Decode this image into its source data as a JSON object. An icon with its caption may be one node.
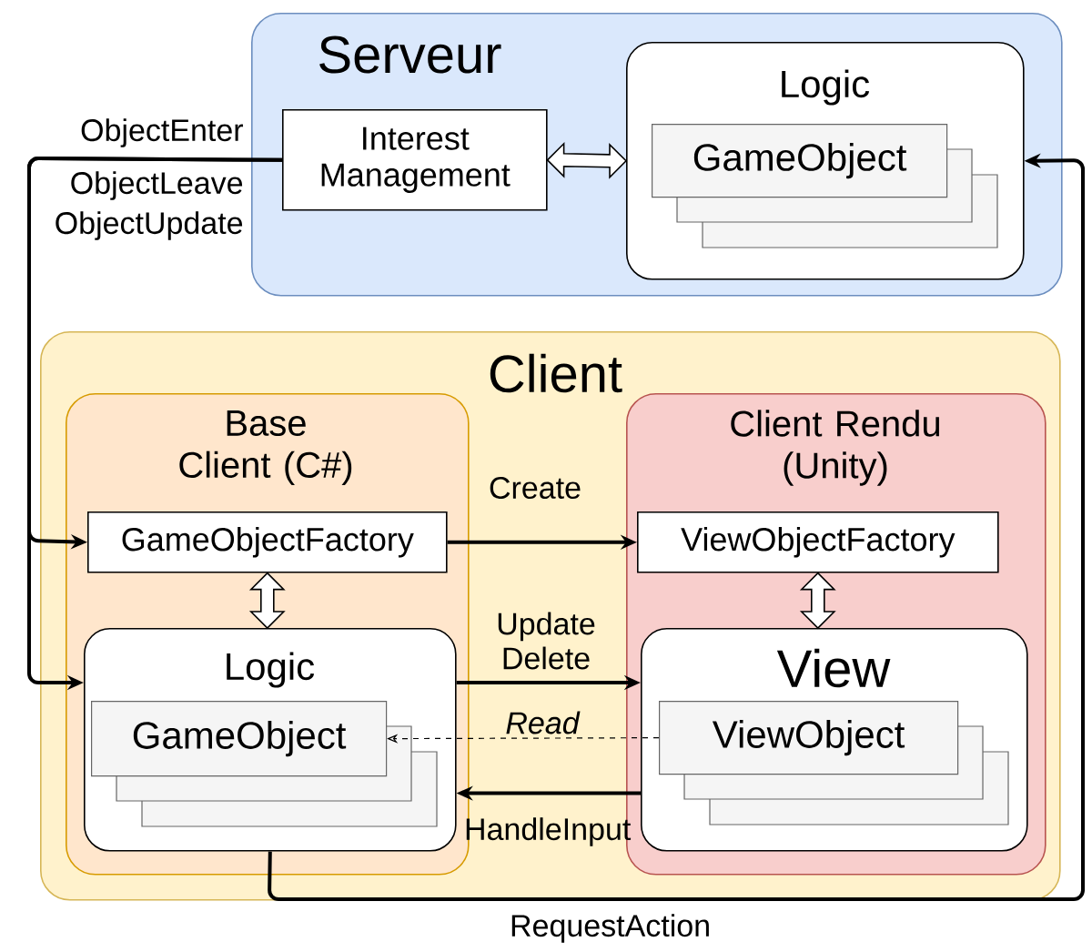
{
  "diagram": {
    "nodes": [
      {
        "text": [
          "Serveur"
        ]
      },
      {
        "text": [
          "Interest Management"
        ],
        "in": 0
      },
      {
        "text": [
          "Logic"
        ],
        "in": 0
      },
      {
        "text": [
          "GameObject"
        ],
        "in": 2
      },
      {
        "text": [
          "Client"
        ]
      },
      {
        "text": [
          "Base Client (C#)"
        ],
        "in": 4
      },
      {
        "text": [
          "GameObjectFactory"
        ],
        "in": 5
      },
      {
        "text": [
          "Logic"
        ],
        "in": 5
      },
      {
        "text": [
          "GameObject"
        ],
        "in": 7
      },
      {
        "text": [
          "Client Rendu (Unity)"
        ],
        "in": 4
      },
      {
        "text": [
          "ViewObjectFactory"
        ],
        "in": 9
      },
      {
        "text": [
          "View"
        ],
        "in": 9
      },
      {
        "text": [
          "ViewObject"
        ],
        "in": 11
      }
    ],
    "edges": [
      {
        "from": 1,
        "to": 2,
        "arrow": "both"
      },
      {
        "from": 1,
        "to": 6,
        "arrow": "to"
      },
      {
        "from": 1,
        "to": 7,
        "arrow": "to"
      },
      {
        "from": 6,
        "to": 7,
        "arrow": "both"
      },
      {
        "from": 6,
        "to": 10,
        "arrow": "to",
        "label": "Create"
      },
      {
        "from": 10,
        "to": 11,
        "arrow": "both"
      },
      {
        "from": 7,
        "to": 11,
        "arrow": "to",
        "label": "Update Delete"
      },
      {
        "from": 12,
        "to": 8,
        "arrow": "to",
        "label": "Read",
        "style": "dashed"
      },
      {
        "from": 11,
        "to": 7,
        "arrow": "to",
        "label": "HandleInput"
      },
      {
        "from": 7,
        "to": 2,
        "arrow": "to",
        "label": "RequestAction"
      }
    ],
    "labels": [
      "ObjectEnter",
      "ObjectLeave",
      "ObjectUpdate"
    ]
  }
}
